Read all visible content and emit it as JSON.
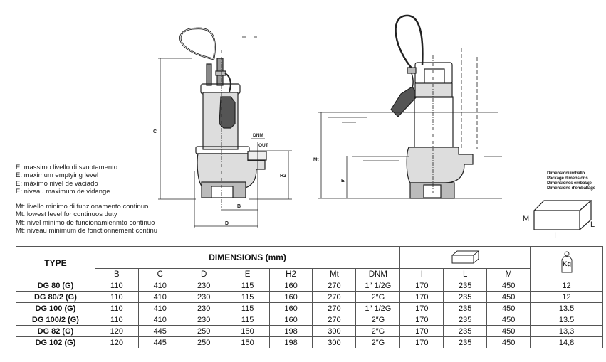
{
  "diagram_labels": {
    "c": "C",
    "h2": "H2",
    "b": "B",
    "d": "D",
    "dnm": "DNM",
    "out": "OUT",
    "mt": "Mt",
    "e": "E"
  },
  "legend_e": [
    "E: massimo livello di svuotamento",
    "E: maximum  emptying level",
    "E: màximo nivel de vaciado",
    "E: niveau maximum de vidange"
  ],
  "legend_mt": [
    "Mt: livello minimo di funzionamento continuo",
    "Mt: lowest level for continuos duty",
    "Mt: nivel minimo de funcionamienmto continuo",
    "Mt: niveau minimum de fonctionnement continu"
  ],
  "package": {
    "title_lines": [
      "Dimensioni imballo",
      "Package dimensions",
      "Dimensiones embalaje",
      "Dimensions d'emballage"
    ],
    "m": "M",
    "l": "L",
    "i": "I"
  },
  "table": {
    "type_header": "TYPE",
    "dimensions_header": "DIMENSIONS (mm)",
    "package_icon": "box-icon",
    "weight_icon": "weight-kg-icon",
    "weight_icon_label": "Kg",
    "columns": [
      "B",
      "C",
      "D",
      "E",
      "H2",
      "Mt",
      "DNM",
      "I",
      "L",
      "M"
    ],
    "rows": [
      {
        "type": "DG 80 (G)",
        "values": [
          "110",
          "410",
          "230",
          "115",
          "160",
          "270",
          "1″ 1/2G",
          "170",
          "235",
          "450",
          "12"
        ]
      },
      {
        "type": "DG 80/2 (G)",
        "values": [
          "110",
          "410",
          "230",
          "115",
          "160",
          "270",
          "2″G",
          "170",
          "235",
          "450",
          "12"
        ]
      },
      {
        "type": "DG 100 (G)",
        "values": [
          "110",
          "410",
          "230",
          "115",
          "160",
          "270",
          "1″ 1/2G",
          "170",
          "235",
          "450",
          "13.5"
        ]
      },
      {
        "type": "DG 100/2 (G)",
        "values": [
          "110",
          "410",
          "230",
          "115",
          "160",
          "270",
          "2″G",
          "170",
          "235",
          "450",
          "13.5"
        ]
      },
      {
        "type": "DG 82 (G)",
        "values": [
          "120",
          "445",
          "250",
          "150",
          "198",
          "300",
          "2″G",
          "170",
          "235",
          "450",
          "13,3"
        ]
      },
      {
        "type": "DG 102 (G)",
        "values": [
          "120",
          "445",
          "250",
          "150",
          "198",
          "300",
          "2″G",
          "170",
          "235",
          "450",
          "14,8"
        ]
      }
    ]
  }
}
